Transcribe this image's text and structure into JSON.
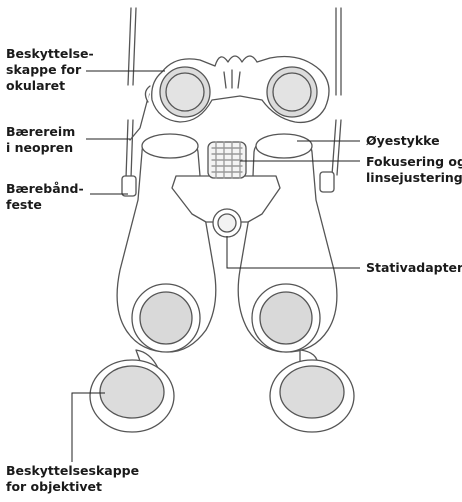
{
  "labels": {
    "eyepiece_cap": "Beskyttelse-\nskappe for\nokularet",
    "neoprene_strap": "Bærereim\ni neopren",
    "strap_mount": "Bærebånd-\nfeste",
    "eyecup": "Øyestykke",
    "focus": "Fokusering og\nlinsejustering",
    "tripod": "Stativadapter",
    "objective_cap": "Beskyttelseskappe\nfor objektivet"
  }
}
